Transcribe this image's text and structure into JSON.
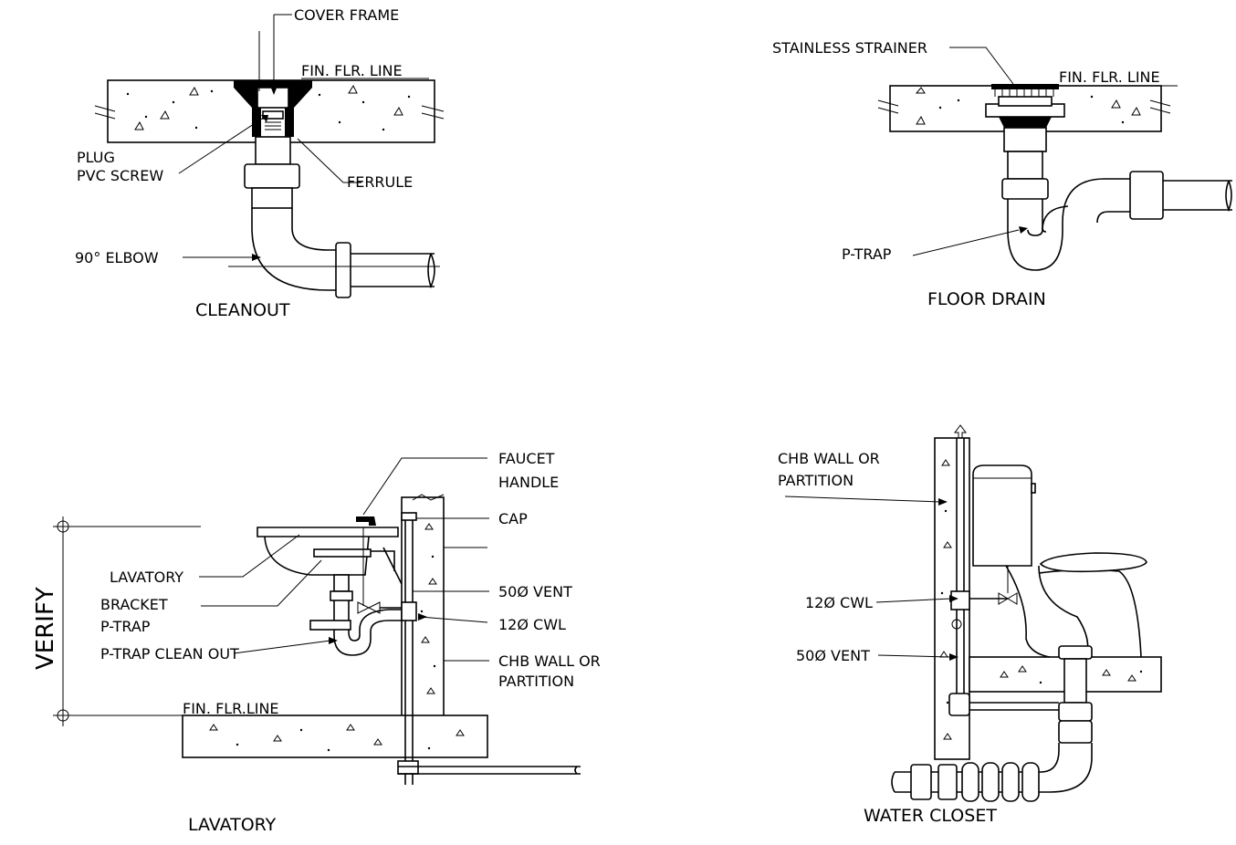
{
  "details": {
    "cleanout": {
      "title": "CLEANOUT",
      "labels": {
        "cover_frame": "COVER FRAME",
        "fin_flr_line": "FIN. FLR. LINE",
        "plug": "PLUG",
        "pvc_screw": "PVC SCREW",
        "ferrule": "FERRULE",
        "elbow": "90° ELBOW"
      }
    },
    "floor_drain": {
      "title": "FLOOR DRAIN",
      "labels": {
        "strainer": "STAINLESS STRAINER",
        "fin_flr_line": "FIN. FLR. LINE",
        "p_trap": "P-TRAP"
      }
    },
    "lavatory": {
      "title": "LAVATORY",
      "labels": {
        "faucet": "FAUCET",
        "handle": "HANDLE",
        "cap": "CAP",
        "lavatory": "LAVATORY",
        "bracket": "BRACKET",
        "p_trap": "P-TRAP",
        "vent": "50Ø VENT",
        "cwl": "12Ø CWL",
        "p_trap_clean_out": "P-TRAP CLEAN OUT",
        "chb_wall": "CHB WALL OR",
        "partition": "PARTITION",
        "fin_flr_line": "FIN. FLR.LINE",
        "verify": "VERIFY"
      }
    },
    "water_closet": {
      "title": "WATER CLOSET",
      "labels": {
        "chb_wall": "CHB WALL OR",
        "partition": "PARTITION",
        "cwl": "12Ø CWL",
        "vent": "50Ø VENT"
      }
    }
  }
}
